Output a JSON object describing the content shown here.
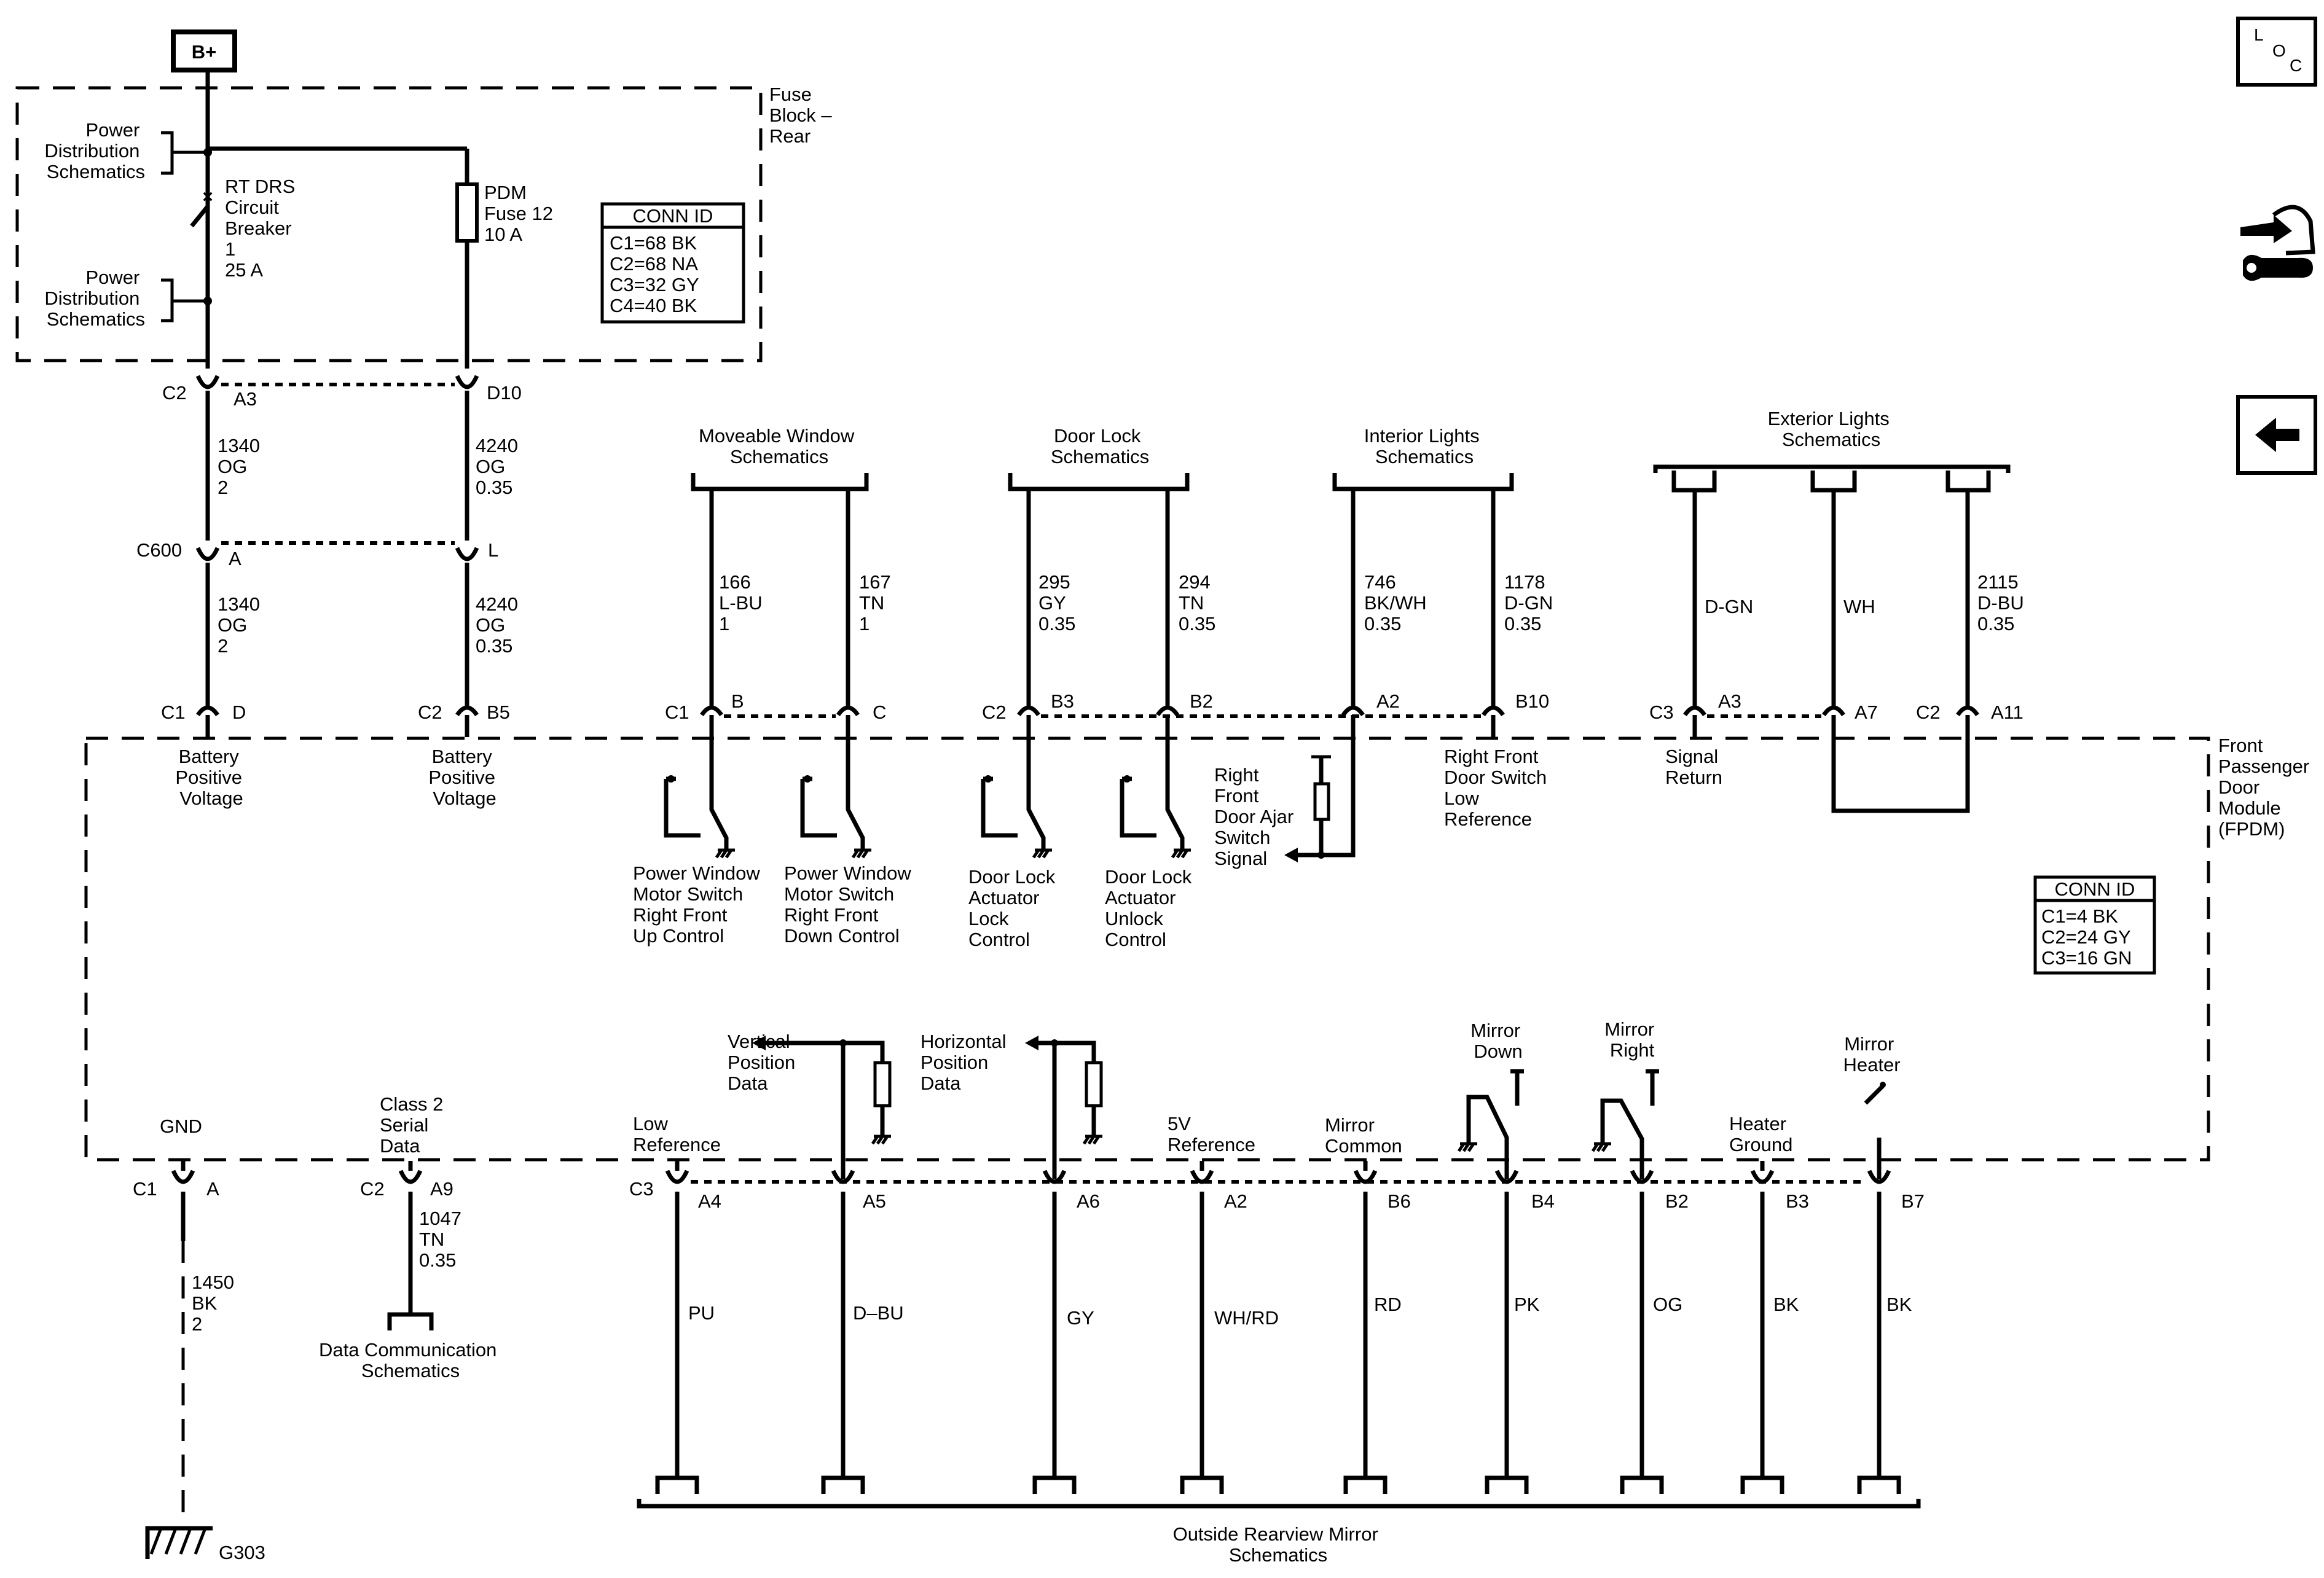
{
  "header": {
    "bplus": "B+",
    "loc_icon": "loc-icon",
    "service_icon": "service-icon",
    "back_icon": "back-arrow-icon"
  },
  "fuse_block": {
    "title": [
      "Fuse",
      "Block –",
      "Rear"
    ],
    "power_dist_top": [
      "Power",
      "Distribution",
      "Schematics"
    ],
    "power_dist_bottom": [
      "Power",
      "Distribution",
      "Schematics"
    ],
    "breaker": [
      "RT DRS",
      "Circuit",
      "Breaker",
      "1",
      "25 A"
    ],
    "fuse": [
      "PDM",
      "Fuse 12",
      "10 A"
    ],
    "conn_id": {
      "title": "CONN ID",
      "rows": [
        "C1=68 BK",
        "C2=68 NA",
        "C3=32 GY",
        "C4=40 BK"
      ]
    }
  },
  "connectors_top": {
    "c2": "C2",
    "a3": "A3",
    "d10": "D10",
    "c600": "C600",
    "a": "A",
    "l": "L"
  },
  "wires_top": {
    "w1340a": [
      "1340",
      "OG",
      "2"
    ],
    "w4240a": [
      "4240",
      "OG",
      "0.35"
    ],
    "w1340b": [
      "1340",
      "OG",
      "2"
    ],
    "w4240b": [
      "4240",
      "OG",
      "0.35"
    ]
  },
  "schematic_refs": {
    "moveable_window": [
      "Moveable Window",
      "Schematics"
    ],
    "door_lock": [
      "Door Lock",
      "Schematics"
    ],
    "interior_lights": [
      "Interior Lights",
      "Schematics"
    ],
    "exterior_lights": [
      "Exterior Lights",
      "Schematics"
    ],
    "data_communication": [
      "Data Communication",
      "Schematics"
    ],
    "outside_mirror": [
      "Outside Rearview Mirror",
      "Schematics"
    ]
  },
  "wires_mid": {
    "w166": [
      "166",
      "L-BU",
      "1"
    ],
    "w167": [
      "167",
      "TN",
      "1"
    ],
    "w295": [
      "295",
      "GY",
      "0.35"
    ],
    "w294": [
      "294",
      "TN",
      "0.35"
    ],
    "w746": [
      "746",
      "BK/WH",
      "0.35"
    ],
    "w1178": [
      "1178",
      "D-GN",
      "0.35"
    ],
    "wdgn": [
      "D-GN"
    ],
    "wwh": [
      "WH"
    ],
    "w2115": [
      "2115",
      "D-BU",
      "0.35"
    ]
  },
  "module_top_pins": {
    "c1": "C1",
    "d": "D",
    "c2": "C2",
    "b5": "B5",
    "c1b": "C1",
    "b": "B",
    "c": "C",
    "c2b": "C2",
    "b3": "B3",
    "b2": "B2",
    "a2": "A2",
    "b10": "B10",
    "c3": "C3",
    "a3": "A3",
    "a7": "A7",
    "c2c": "C2",
    "a11": "A11"
  },
  "module": {
    "name": [
      "Front",
      "Passenger",
      "Door",
      "Module",
      "(FPDM)"
    ],
    "conn_id": {
      "title": "CONN ID",
      "rows": [
        "C1=4 BK",
        "C2=24 GY",
        "C3=16 GN"
      ]
    },
    "battery_positive_1": [
      "Battery",
      "Positive",
      "Voltage"
    ],
    "battery_positive_2": [
      "Battery",
      "Positive",
      "Voltage"
    ],
    "pw_up": [
      "Power Window",
      "Motor Switch",
      "Right Front",
      "Up Control"
    ],
    "pw_down": [
      "Power Window",
      "Motor Switch",
      "Right Front",
      "Down Control"
    ],
    "dl_lock": [
      "Door Lock",
      "Actuator",
      "Lock",
      "Control"
    ],
    "dl_unlock": [
      "Door Lock",
      "Actuator",
      "Unlock",
      "Control"
    ],
    "door_ajar": [
      "Right",
      "Front",
      "Door Ajar",
      "Switch",
      "Signal"
    ],
    "door_switch_low": [
      "Right Front",
      "Door Switch",
      "Low",
      "Reference"
    ],
    "signal_return": [
      "Signal",
      "Return"
    ],
    "gnd": [
      "GND"
    ],
    "class2": [
      "Class 2",
      "Serial",
      "Data"
    ],
    "low_ref": [
      "Low",
      "Reference"
    ],
    "vert_pos": [
      "Vertical",
      "Position",
      "Data"
    ],
    "horiz_pos": [
      "Horizontal",
      "Position",
      "Data"
    ],
    "five_v": [
      "5V",
      "Reference"
    ],
    "mirror_common": [
      "Mirror",
      "Common"
    ],
    "mirror_down": [
      "Mirror",
      "Down"
    ],
    "mirror_right": [
      "Mirror",
      "Right"
    ],
    "heater_ground": [
      "Heater",
      "Ground"
    ],
    "mirror_heater": [
      "Mirror",
      "Heater"
    ]
  },
  "module_bottom_pins": {
    "c1": "C1",
    "a": "A",
    "c2": "C2",
    "a9": "A9",
    "c3": "C3",
    "a4": "A4",
    "a5": "A5",
    "a6": "A6",
    "a2": "A2",
    "b6": "B6",
    "b4": "B4",
    "b2": "B2",
    "b3": "B3",
    "b7": "B7"
  },
  "wires_bottom": {
    "w1450": [
      "1450",
      "BK",
      "2"
    ],
    "w1047": [
      "1047",
      "TN",
      "0.35"
    ],
    "pu": "PU",
    "dbu": "D–BU",
    "gy": "GY",
    "whrd": "WH/RD",
    "rd": "RD",
    "pk": "PK",
    "og": "OG",
    "bk1": "BK",
    "bk2": "BK"
  },
  "ground": {
    "g303": "G303"
  }
}
